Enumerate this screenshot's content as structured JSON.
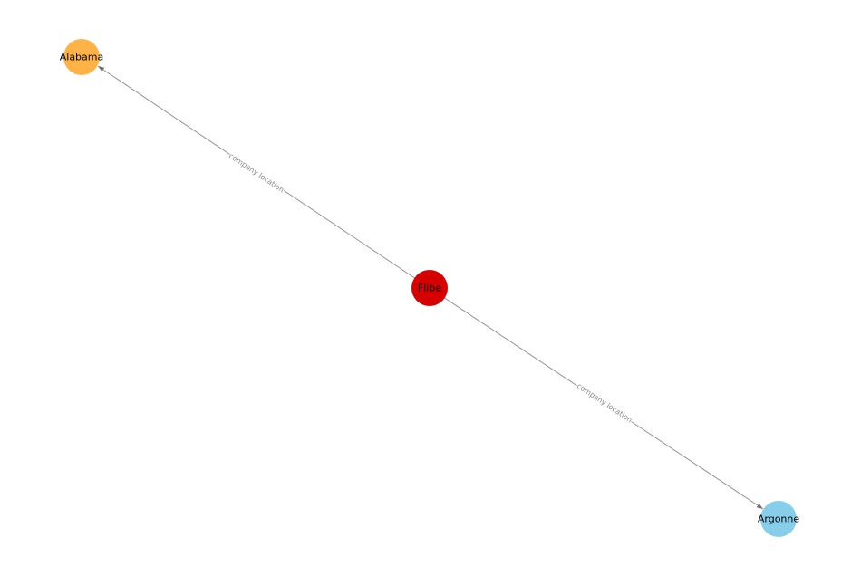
{
  "graph": {
    "nodes": [
      {
        "id": "flibe",
        "label": "Flibe",
        "color": "#d60000"
      },
      {
        "id": "alabama",
        "label": "Alabama",
        "color": "#ffb347"
      },
      {
        "id": "argonne",
        "label": "Argonne",
        "color": "#87ceeb"
      }
    ],
    "edges": [
      {
        "id": "flibe-alabama",
        "from": "flibe",
        "to": "alabama",
        "label": "company location"
      },
      {
        "id": "flibe-argonne",
        "from": "flibe",
        "to": "argonne",
        "label": "company location"
      }
    ]
  }
}
